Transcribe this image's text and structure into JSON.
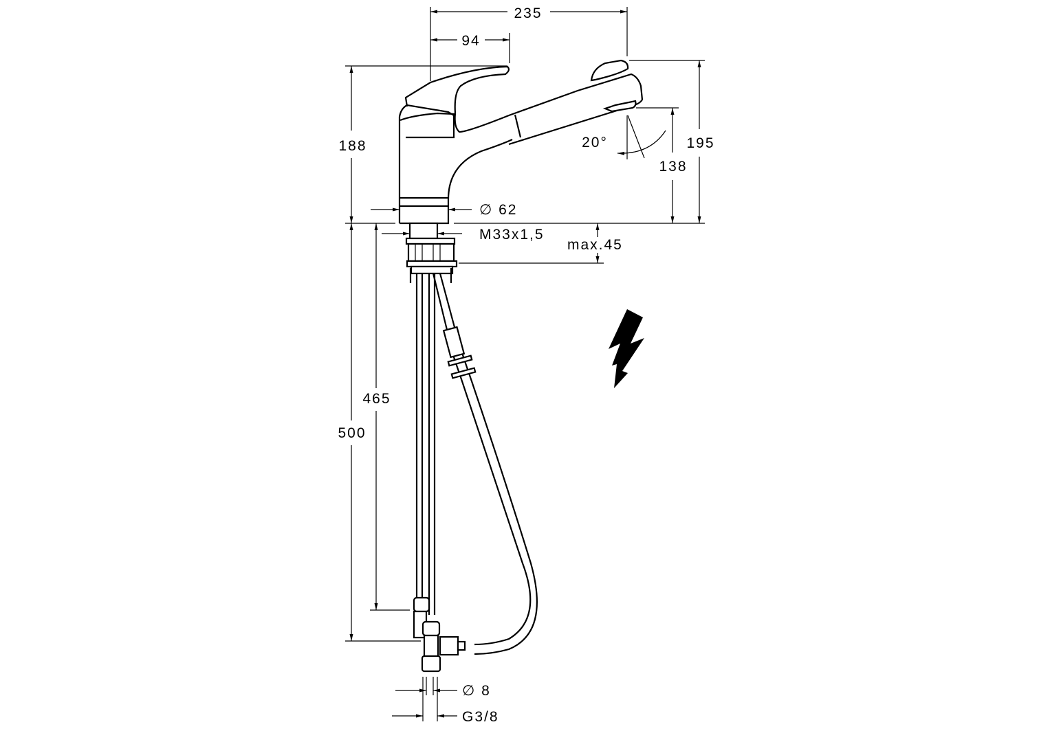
{
  "title": "Kitchen mixer with pull-out spray - dimension drawing",
  "dimensions": {
    "overall_reach": "235",
    "lever_reach": "94",
    "height_above_deck": "188",
    "spray_height": "195",
    "outlet_height": "138",
    "spray_angle": "20°",
    "base_diameter": "∅ 62",
    "thread": "M33x1,5",
    "max_deck_thickness": "max.45",
    "hose_length_fixed": "465",
    "hose_length_total": "500",
    "pipe_diameter": "∅ 8",
    "connection": "G3/8"
  },
  "symbols": {
    "electrical": "lightning-bolt-icon"
  }
}
